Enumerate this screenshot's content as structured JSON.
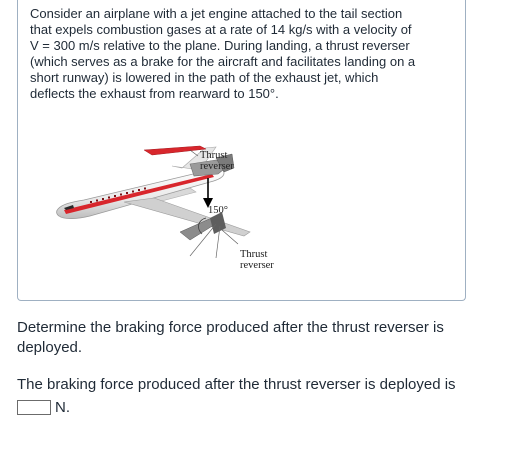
{
  "problem": {
    "lines": [
      "Consider an airplane with a jet engine attached to the tail section",
      "that expels combustion gases at a rate of 14 kg/s with a velocity of",
      "V = 300 m/s relative to the plane. During landing, a thrust reverser",
      "(which serves as a brake for the aircraft and facilitates landing on a",
      "short runway) is lowered in the path of the exhaust jet, which",
      "deflects the exhaust from rearward to 150°."
    ]
  },
  "figure": {
    "label_top": [
      "Thrust",
      "reverser"
    ],
    "angle_label": "150°",
    "label_bottom": [
      "Thrust",
      "reverser"
    ],
    "colors": {
      "fuselage_stripe": "#d8262c",
      "engine": "#9a9a9a",
      "arrow": "#000000"
    }
  },
  "question": {
    "lines": [
      "Determine the braking force produced after the thrust reverser is",
      "deployed."
    ]
  },
  "answer": {
    "prompt": "The braking force produced after the thrust reverser is deployed is",
    "value": "",
    "unit": "N."
  }
}
